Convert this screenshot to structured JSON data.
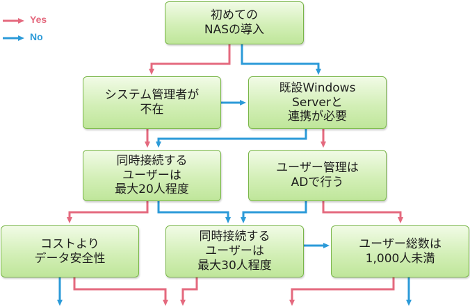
{
  "colors": {
    "yes": "#e4697e",
    "no": "#2b9ad8",
    "box_border": "#78b547"
  },
  "legend": {
    "yes": "Yes",
    "no": "No"
  },
  "nodes": {
    "first_nas": "初めての\nNASの導入",
    "no_admin": "システム管理者が\n不在",
    "windows_server": "既設Windows\nServerと\n連携が必要",
    "concurrent_20": "同時接続する\nユーザーは\n最大20人程度",
    "ad_user_mgmt": "ユーザー管理は\nADで行う",
    "cost_safety": "コストより\nデータ安全性",
    "concurrent_30": "同時接続する\nユーザーは\n最大30人程度",
    "users_1000": "ユーザー総数は\n1,000人未満"
  }
}
